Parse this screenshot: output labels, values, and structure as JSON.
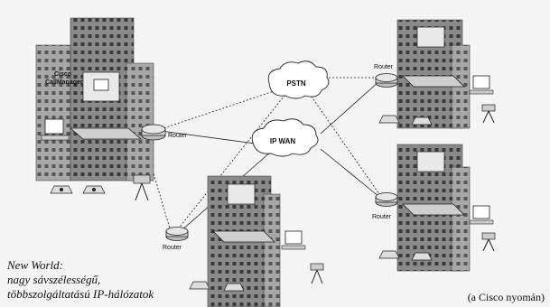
{
  "labels": {
    "router": "Router",
    "pstn": "PSTN",
    "ipwan": "IP WAN",
    "cm_line1": "Cisco",
    "cm_line2": "CallManager"
  },
  "caption": {
    "line1": "New World:",
    "line2": "nagy sávszélességű,",
    "line3": "többszolgáltatású IP-hálózatok"
  },
  "credit": "(a Cisco nyomán)",
  "colors": {
    "building": "#8a8a8a",
    "building_dark": "#555555",
    "window": "#3a3a3a",
    "cloud": "#ffffff",
    "background": "#f4f4f4"
  },
  "icons": [
    "building-icon",
    "router-icon",
    "ip-phone-icon",
    "pc-icon",
    "videocam-icon",
    "cloud-icon",
    "callmanager-server-icon"
  ]
}
